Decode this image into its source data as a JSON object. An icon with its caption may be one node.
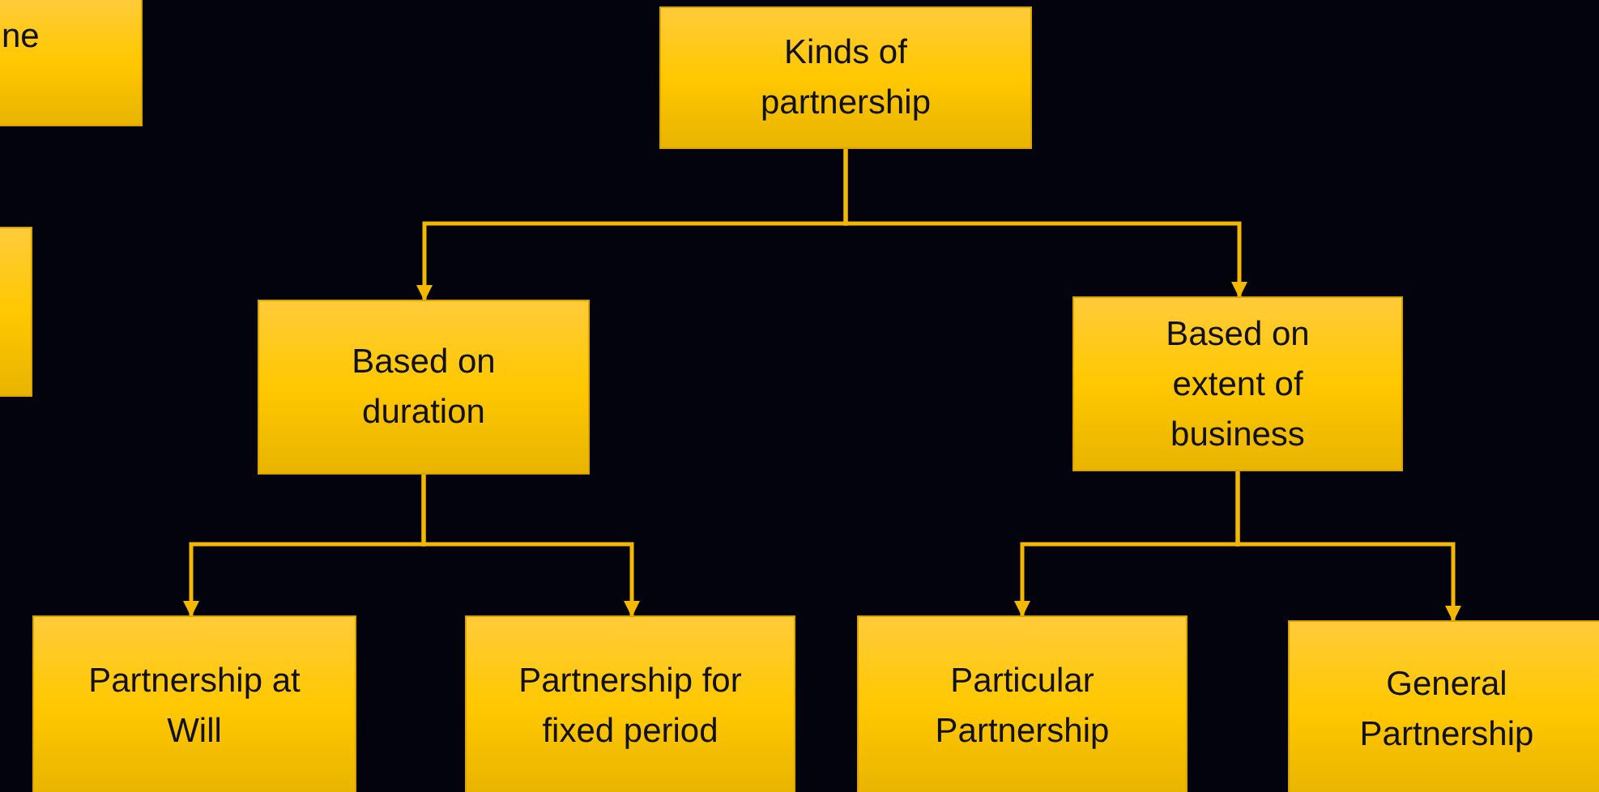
{
  "diagram": {
    "nodes": [
      {
        "text": [
          "ne"
        ]
      },
      {
        "text": [],
        "shape": "box"
      },
      {
        "text": [
          "Kinds of partnership"
        ]
      },
      {
        "text": [
          "Based on duration"
        ]
      },
      {
        "text": [
          "Based on extent of business"
        ]
      },
      {
        "text": [
          "Partnership at Will"
        ]
      },
      {
        "text": [
          "Partnership for fixed period"
        ]
      },
      {
        "text": [
          "Particular Partnership"
        ]
      },
      {
        "text": [
          "General Partnership"
        ]
      }
    ],
    "edges": [
      {
        "from": 2,
        "to": 3,
        "arrow": "to"
      },
      {
        "from": 2,
        "to": 4,
        "arrow": "to"
      },
      {
        "from": 3,
        "to": 5,
        "arrow": "to"
      },
      {
        "from": 3,
        "to": 6,
        "arrow": "to"
      },
      {
        "from": 4,
        "to": 7,
        "arrow": "to"
      },
      {
        "from": 4,
        "to": 8,
        "arrow": "to"
      }
    ]
  }
}
